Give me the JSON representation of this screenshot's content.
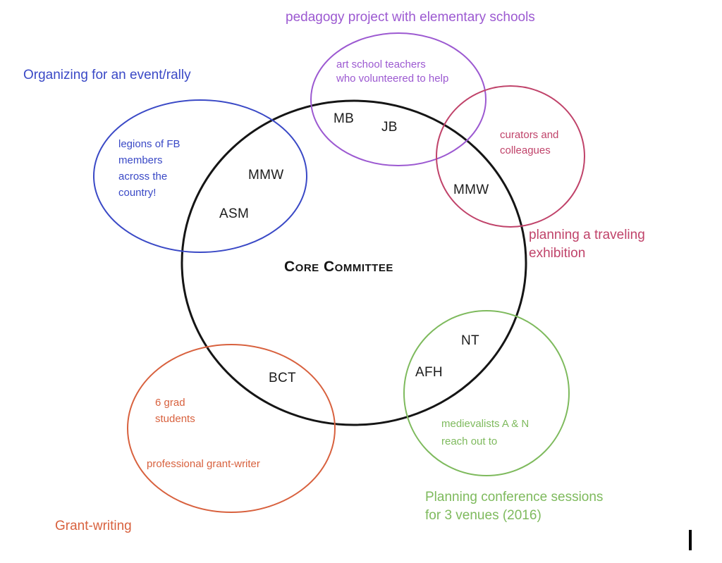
{
  "diagram": {
    "core_label": "Core Committee",
    "groups": [
      {
        "name": "organizing-event-rally",
        "color": "#3a49c6",
        "title": "Organizing for an event/rally",
        "notes": [
          "legions of FB\nmembers\nacross the\ncountry!"
        ],
        "members": [
          "MMW",
          "ASM"
        ]
      },
      {
        "name": "pedagogy-project",
        "color": "#9c59d1",
        "title": "pedagogy project with elementary schools",
        "notes": [
          "art school teachers\nwho volunteered to help"
        ],
        "members": [
          "MB",
          "JB"
        ]
      },
      {
        "name": "traveling-exhibition",
        "color": "#c0436a",
        "title": "planning a traveling\nexhibition",
        "notes": [
          "curators and\ncolleagues"
        ],
        "members": [
          "MMW"
        ]
      },
      {
        "name": "grant-writing",
        "color": "#d8613e",
        "title": "Grant-writing",
        "notes": [
          "6 grad\nstudents",
          "professional grant-writer"
        ],
        "members": [
          "BCT"
        ]
      },
      {
        "name": "conference-sessions",
        "color": "#7eba5d",
        "title": "Planning conference sessions\nfor 3 venues (2016)",
        "notes": [
          "medievalists A & N\nreach out to"
        ],
        "members": [
          "NT",
          "AFH"
        ]
      }
    ],
    "core_color": "#151515"
  }
}
